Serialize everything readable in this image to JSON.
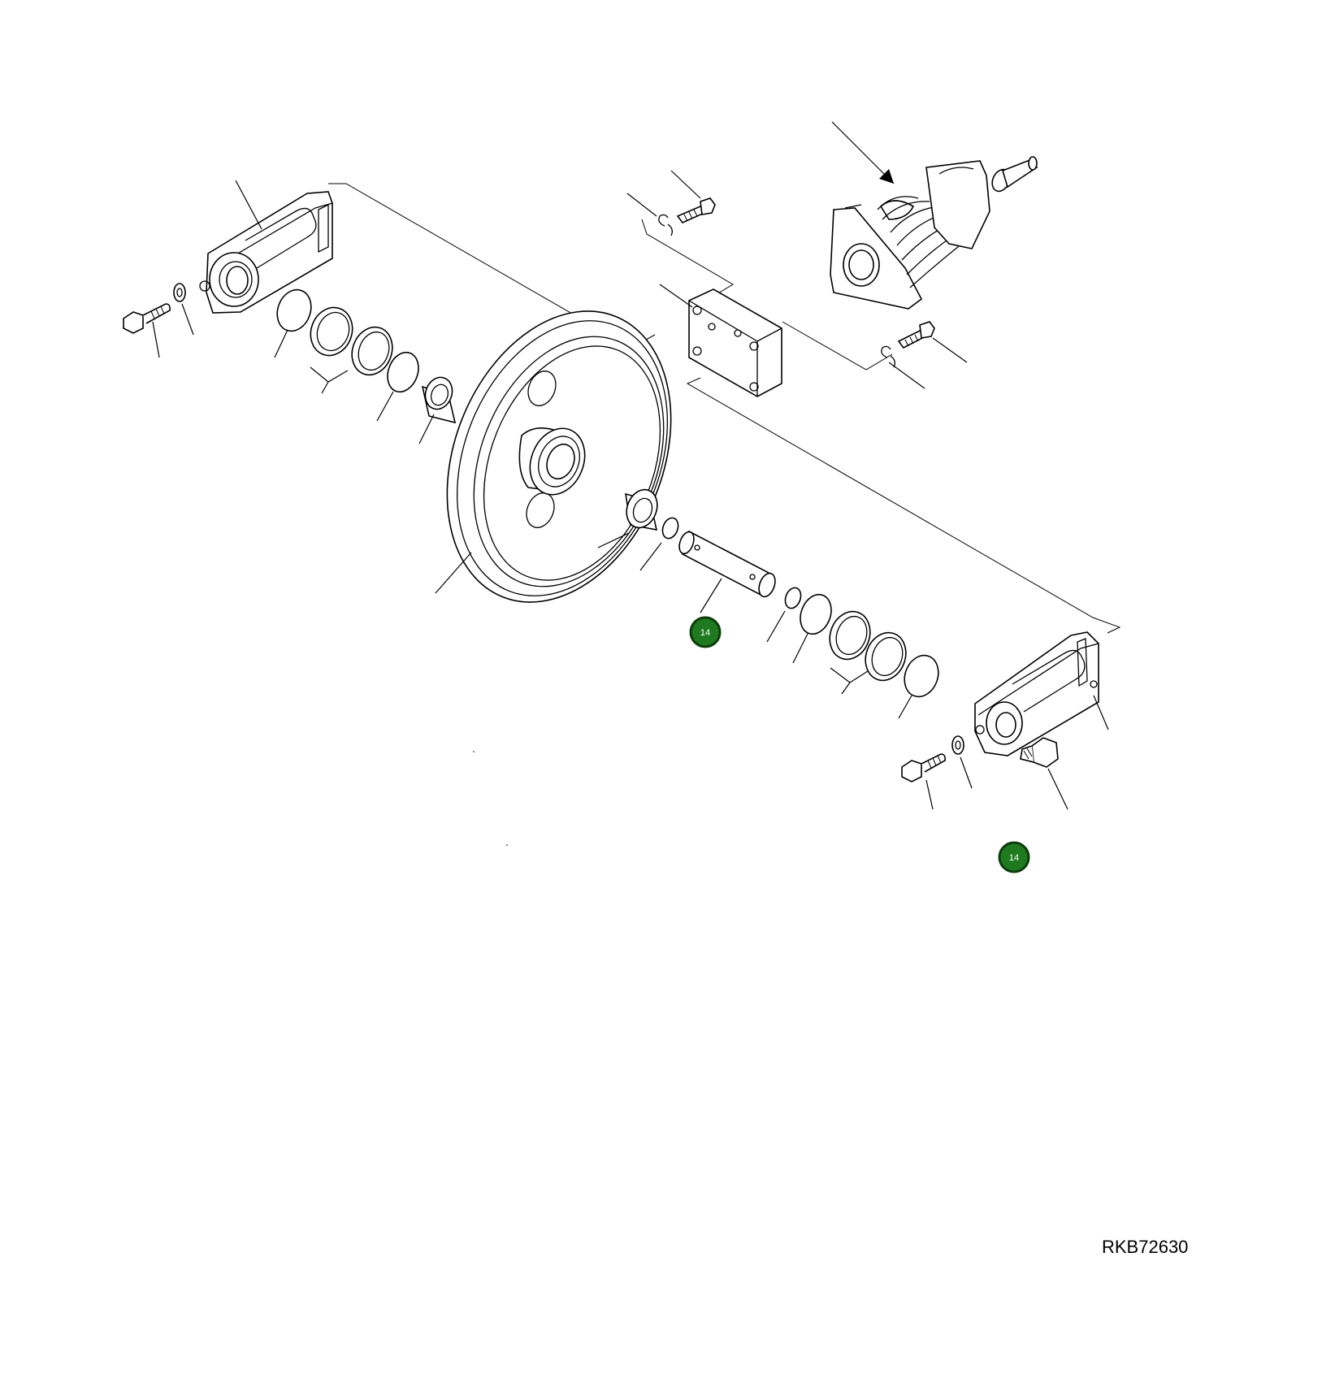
{
  "diagram": {
    "badges": [
      {
        "id": "badge-shaft",
        "label": "14"
      },
      {
        "id": "badge-plug",
        "label": "14"
      }
    ],
    "figure_code": "RKB72630",
    "colors": {
      "badge_fill": "#1f7a1f",
      "line": "#000000",
      "background": "#ffffff"
    }
  }
}
